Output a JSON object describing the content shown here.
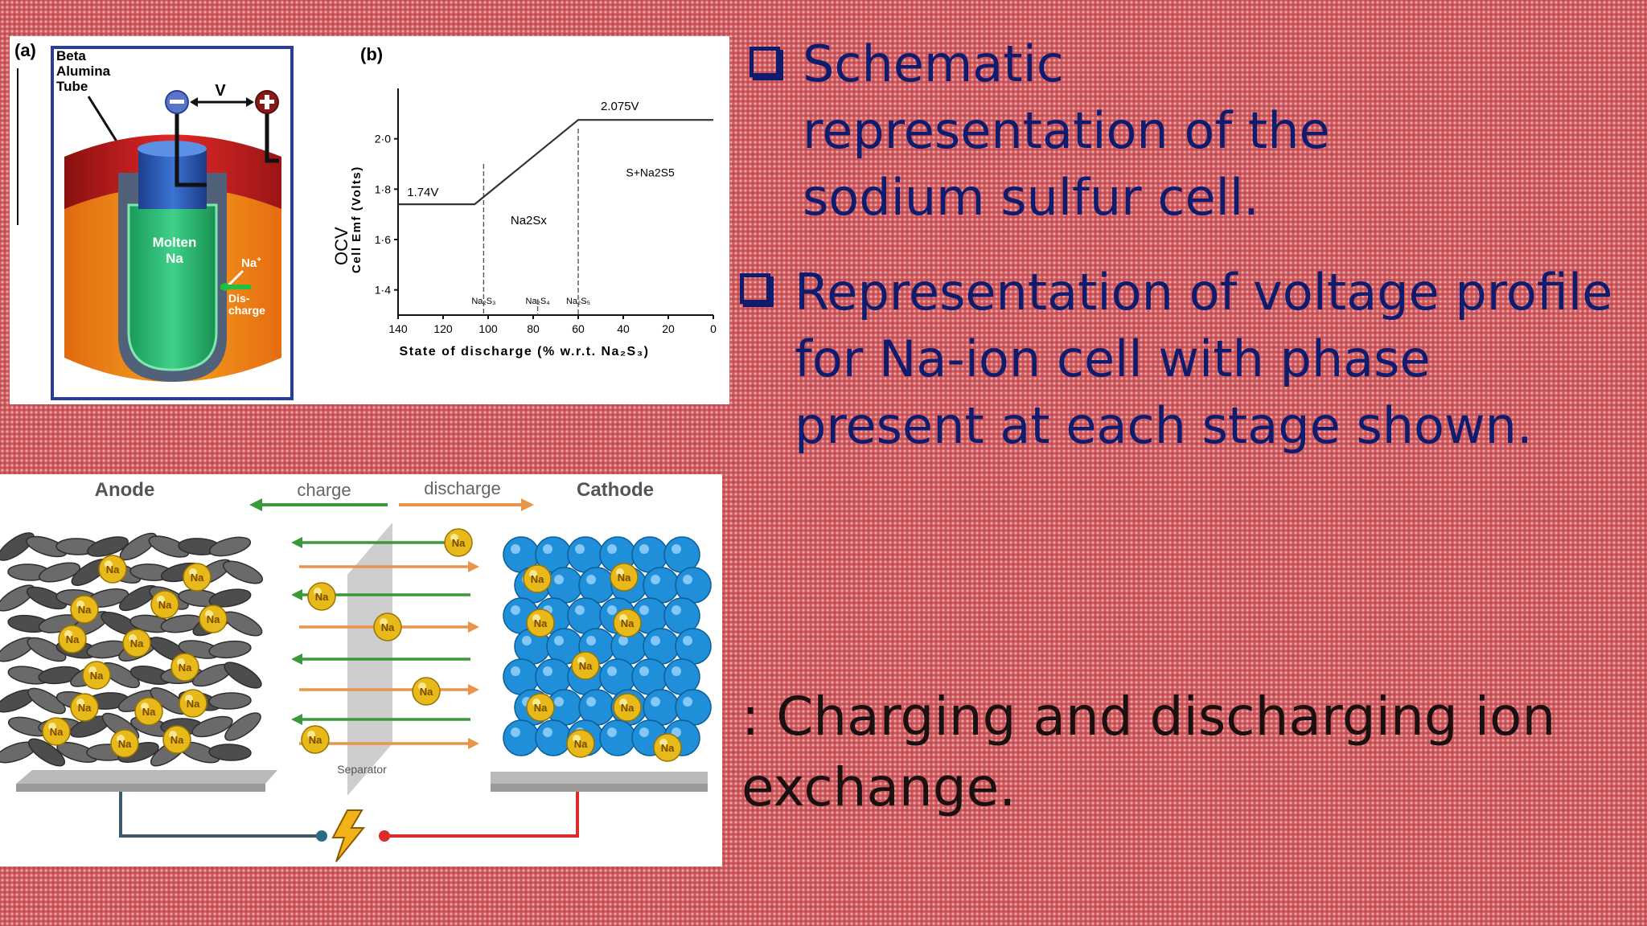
{
  "panel_a": {
    "label_a": "(a)",
    "beta_line1": "Beta",
    "beta_line2": "Alumina",
    "beta_line3": "Tube",
    "voltage_label": "V",
    "molten_line1": "Molten",
    "molten_line2": "Na",
    "na_ion": "Na",
    "na_ion_sup": "+",
    "discharge_line1": "Dis-",
    "discharge_line2": "charge"
  },
  "panel_b": {
    "label_b": "(b)",
    "ocv_label": "OCV",
    "ylabel": "Cell Emf (Volts)",
    "xlabel": "State of discharge (% w.r.t. Na₂S₃)",
    "y_ticks": [
      "2·0",
      "1·8",
      "1·6",
      "1·4"
    ],
    "x_ticks": [
      "140",
      "120",
      "100",
      "80",
      "60",
      "40",
      "20",
      "0"
    ],
    "label_174": "1.74V",
    "label_2075": "2.075V",
    "region_na2sx": "Na2Sx",
    "region_s_na2s5": "S+Na2S5",
    "phase_na2s3": "Na₂S₃",
    "phase_na2s4": "Na₂S₄",
    "phase_na2s5": "Na₂S₅"
  },
  "chart_data": {
    "type": "line",
    "x": [
      140,
      106,
      60,
      0
    ],
    "y": [
      1.74,
      1.74,
      2.075,
      2.075
    ],
    "xlim": [
      140,
      0
    ],
    "ylim": [
      1.3,
      2.2
    ],
    "xlabel": "State of discharge (% w.r.t. Na₂S₃)",
    "ylabel": "Cell Emf (Volts)",
    "phase_markers": [
      102,
      78,
      60
    ],
    "grid": false,
    "legend": "none"
  },
  "panel_c": {
    "anode": "Anode",
    "cathode": "Cathode",
    "charge": "charge",
    "discharge": "discharge",
    "separator": "Separator",
    "ion": "Na",
    "colors": {
      "charge_arrow": "#3a9a3a",
      "discharge_arrow": "#e8944a",
      "ion": "#e7b91a",
      "cathode_sphere": "#1e8fd8"
    }
  },
  "bullets": [
    {
      "text": "Schematic representation of the sodium sulfur cell."
    },
    {
      "text": "Representation of voltage profile for Na-ion cell with phase present at each stage shown."
    }
  ],
  "caption": ": Charging and discharging ion exchange."
}
